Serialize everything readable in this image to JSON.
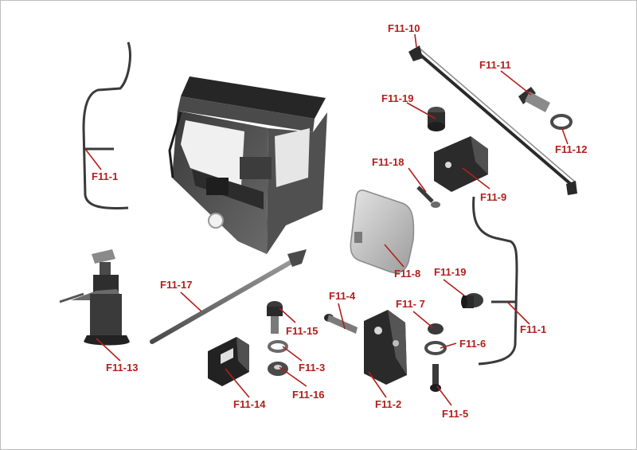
{
  "colors": {
    "label": "#b0201c",
    "leader": "#b0201c",
    "part_dark": "#2a2a2a",
    "part_mid": "#6e6e6e",
    "part_light": "#bdbdbd",
    "background": "#ffffff"
  },
  "labels": {
    "f11_10": "F11-10",
    "f11_11": "F11-11",
    "f11_12": "F11-12",
    "f11_19_top": "F11-19",
    "f11_18": "F11-18",
    "f11_9": "F11-9",
    "f11_1_left": "F11-1",
    "f11_8": "F11-8",
    "f11_19_mid": "F11-19",
    "f11_1_right": "F11-1",
    "f11_17": "F11-17",
    "f11_4": "F11-4",
    "f11_7": "F11- 7",
    "f11_6": "F11-6",
    "f11_15": "F11-15",
    "f11_3": "F11-3",
    "f11_13": "F11-13",
    "f11_16": "F11-16",
    "f11_14": "F11-14",
    "f11_2": "F11-2",
    "f11_5": "F11-5"
  }
}
